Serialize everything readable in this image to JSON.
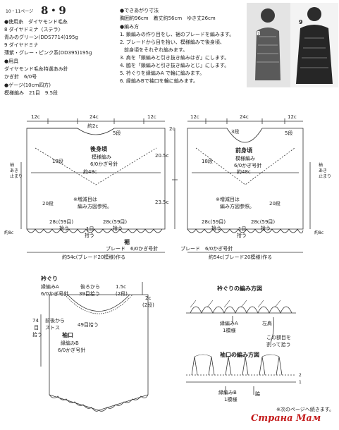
{
  "header": {
    "page_ref": "10・11ページ",
    "title": "8・9"
  },
  "materials": {
    "yarn_label": "●使用糸",
    "yarn_brand": "ダイヤモンド毛糸",
    "line8_a": "8 ダイヤドミナ〈ステラ〉",
    "line8_b": "青みのグリーン(DDS7714)195g",
    "line9_a": "9 ダイヤドミナ",
    "line9_b": "薄紫・グレー・ピンク系(DD395)195g",
    "tools_label": "●用具",
    "tools_a": "ダイヤモンド毛糸特選あみ針",
    "tools_b": "かぎ針　6/0号",
    "gauge_label": "●ゲージ(10cm四方)",
    "gauge_value": "模様編み　21目　9.5段"
  },
  "size": {
    "label": "●できあがり寸法",
    "value": "胸囲約96cm　着丈約56cm　ゆき丈26cm"
  },
  "method": {
    "label": "●編み方",
    "steps": [
      "1. 鎖編みの作り目をし、裾のブレードを編みます。",
      "2. ブレードから目を拾い、模様編みで後身頃、",
      "前身頃をそれぞれ編みます。",
      "3. 肩を「鎖編みと引き抜き編みはぎ」にします。",
      "4. 脇を「鎖編みと引き抜き編みとじ」にします。",
      "5. 衿ぐりを縁編みA で輪に編みます。",
      "6. 縁編みBで袖口を輪に編みます。"
    ]
  },
  "photo": {
    "num8": "8",
    "num9": "9"
  },
  "back": {
    "dim_12l": "12c",
    "dim_24": "24c",
    "dim_12r": "12c",
    "dim_2c": "約2c",
    "dim_5dan": "5段",
    "title": "後身頃",
    "pattern": "模様編み",
    "needle": "6/0かぎ号針",
    "rows18": "18段",
    "width48": "約48c",
    "rows20": "20段",
    "note_a": "※増減目は",
    "note_b": "編み方図参照。",
    "pick_l": "28c(59目)",
    "pick_l2": "拾う",
    "pick_r": "28c(59目)",
    "pick_r2": "拾う",
    "one_row": "1目",
    "one_row2": "拾う",
    "dim_8c": "約8c"
  },
  "center": {
    "dim_2c": "2c",
    "dim_205": "20.5c",
    "dim_235": "23.5c",
    "sleeve_a": "袖",
    "sleeve_b": "あき",
    "sleeve_c": "止まり"
  },
  "front": {
    "dim_12l": "12c",
    "dim_24": "24c",
    "dim_12r": "12c",
    "dim_3dan": "3段",
    "dim_5dan": "5段",
    "title": "前身頃",
    "pattern": "模様編み",
    "needle": "6/0かぎ号針",
    "rows18": "18段",
    "width48": "約48c",
    "rows20": "20段",
    "note_a": "※増減目は",
    "note_b": "編み方図参照。",
    "pick_l": "28c(59目)",
    "pick_l2": "拾う",
    "pick_r": "28c(59目)",
    "pick_r2": "拾う",
    "one_row": "1目",
    "one_row2": "拾う",
    "dim_8c": "約8c",
    "sleeve_a": "袖",
    "sleeve_b": "あき",
    "sleeve_c": "止まり"
  },
  "hem": {
    "label": "裾",
    "braid_l": "ブレード　6/0かぎ号針",
    "braid_r": "ブレード　6/0かぎ号針",
    "total_l": "約54c(ブレード20模様)作る",
    "total_r": "約54c(ブレード20模様)作る"
  },
  "neck": {
    "title": "衿ぐり",
    "edgeA": "縁編みA",
    "needle": "6/0かぎ号針",
    "back_pick_a": "後ろから",
    "back_pick_b": "39目拾う",
    "dim_15": "1.5c",
    "dim_2dan": "(2段)",
    "dim_2c": "2c",
    "dim_2dan_b": "(2段)",
    "front_pick": "49目拾う",
    "cuff_pick_a": "74",
    "cuff_pick_b": "目",
    "cuff_pick_c": "拾う",
    "cuff_title": "袖口",
    "cuff_edgeB": "縁編みB",
    "cuff_needle": "6/0かぎ号針",
    "cuff_from_a": "前後から",
    "cuff_from_b": "ストス"
  },
  "chartA": {
    "title": "衿ぐりの編み方図",
    "edge": "縁編みA",
    "pattern_a": "1模様",
    "left_front": "左肩",
    "hole_a": "この額目を",
    "hole_b": "割って拾う"
  },
  "chartB": {
    "title": "袖口の編み方図",
    "edge": "縁編みB",
    "pattern_a": "1模様",
    "side": "脇",
    "row2": "2",
    "row1": "1"
  },
  "footer": {
    "continue": "※次のページへ続きます。",
    "logo": "Страна Мам"
  }
}
